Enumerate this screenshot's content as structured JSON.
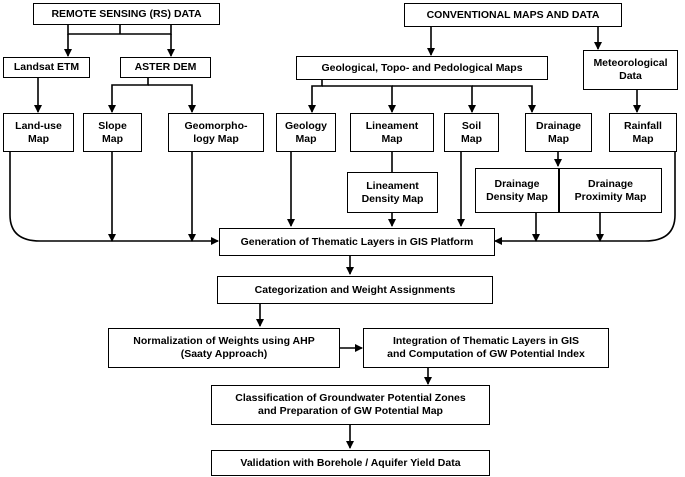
{
  "nodes": {
    "rs_data": "REMOTE SENSING (RS) DATA",
    "conv_maps": "CONVENTIONAL MAPS AND DATA",
    "landsat": "Landsat ETM",
    "aster": "ASTER DEM",
    "geo_topo_pedo": "Geological, Topo- and Pedological Maps",
    "meteorological": "Meteorological\nData",
    "landuse": "Land-use\nMap",
    "slope": "Slope\nMap",
    "geomorphology": "Geomorpho-\nlogy Map",
    "geology": "Geology\nMap",
    "lineament": "Lineament\nMap",
    "soil": "Soil\nMap",
    "drainage": "Drainage\nMap",
    "rainfall": "Rainfall\nMap",
    "lineament_density": "Lineament\nDensity Map",
    "drainage_density": "Drainage\nDensity Map",
    "drainage_proximity": "Drainage\nProximity Map",
    "thematic_layers": "Generation of Thematic Layers in GIS Platform",
    "categorization": "Categorization and Weight Assignments",
    "normalization": "Normalization of Weights using AHP\n(Saaty Approach)",
    "integration": "Integration of Thematic Layers in GIS\nand Computation of GW Potential Index",
    "classification": "Classification of Groundwater Potential Zones\nand Preparation of GW Potential Map",
    "validation": "Validation with Borehole / Aquifer Yield Data"
  },
  "colors": {
    "line": "#000000",
    "box_fill": "#ffffff",
    "text": "#000000"
  }
}
